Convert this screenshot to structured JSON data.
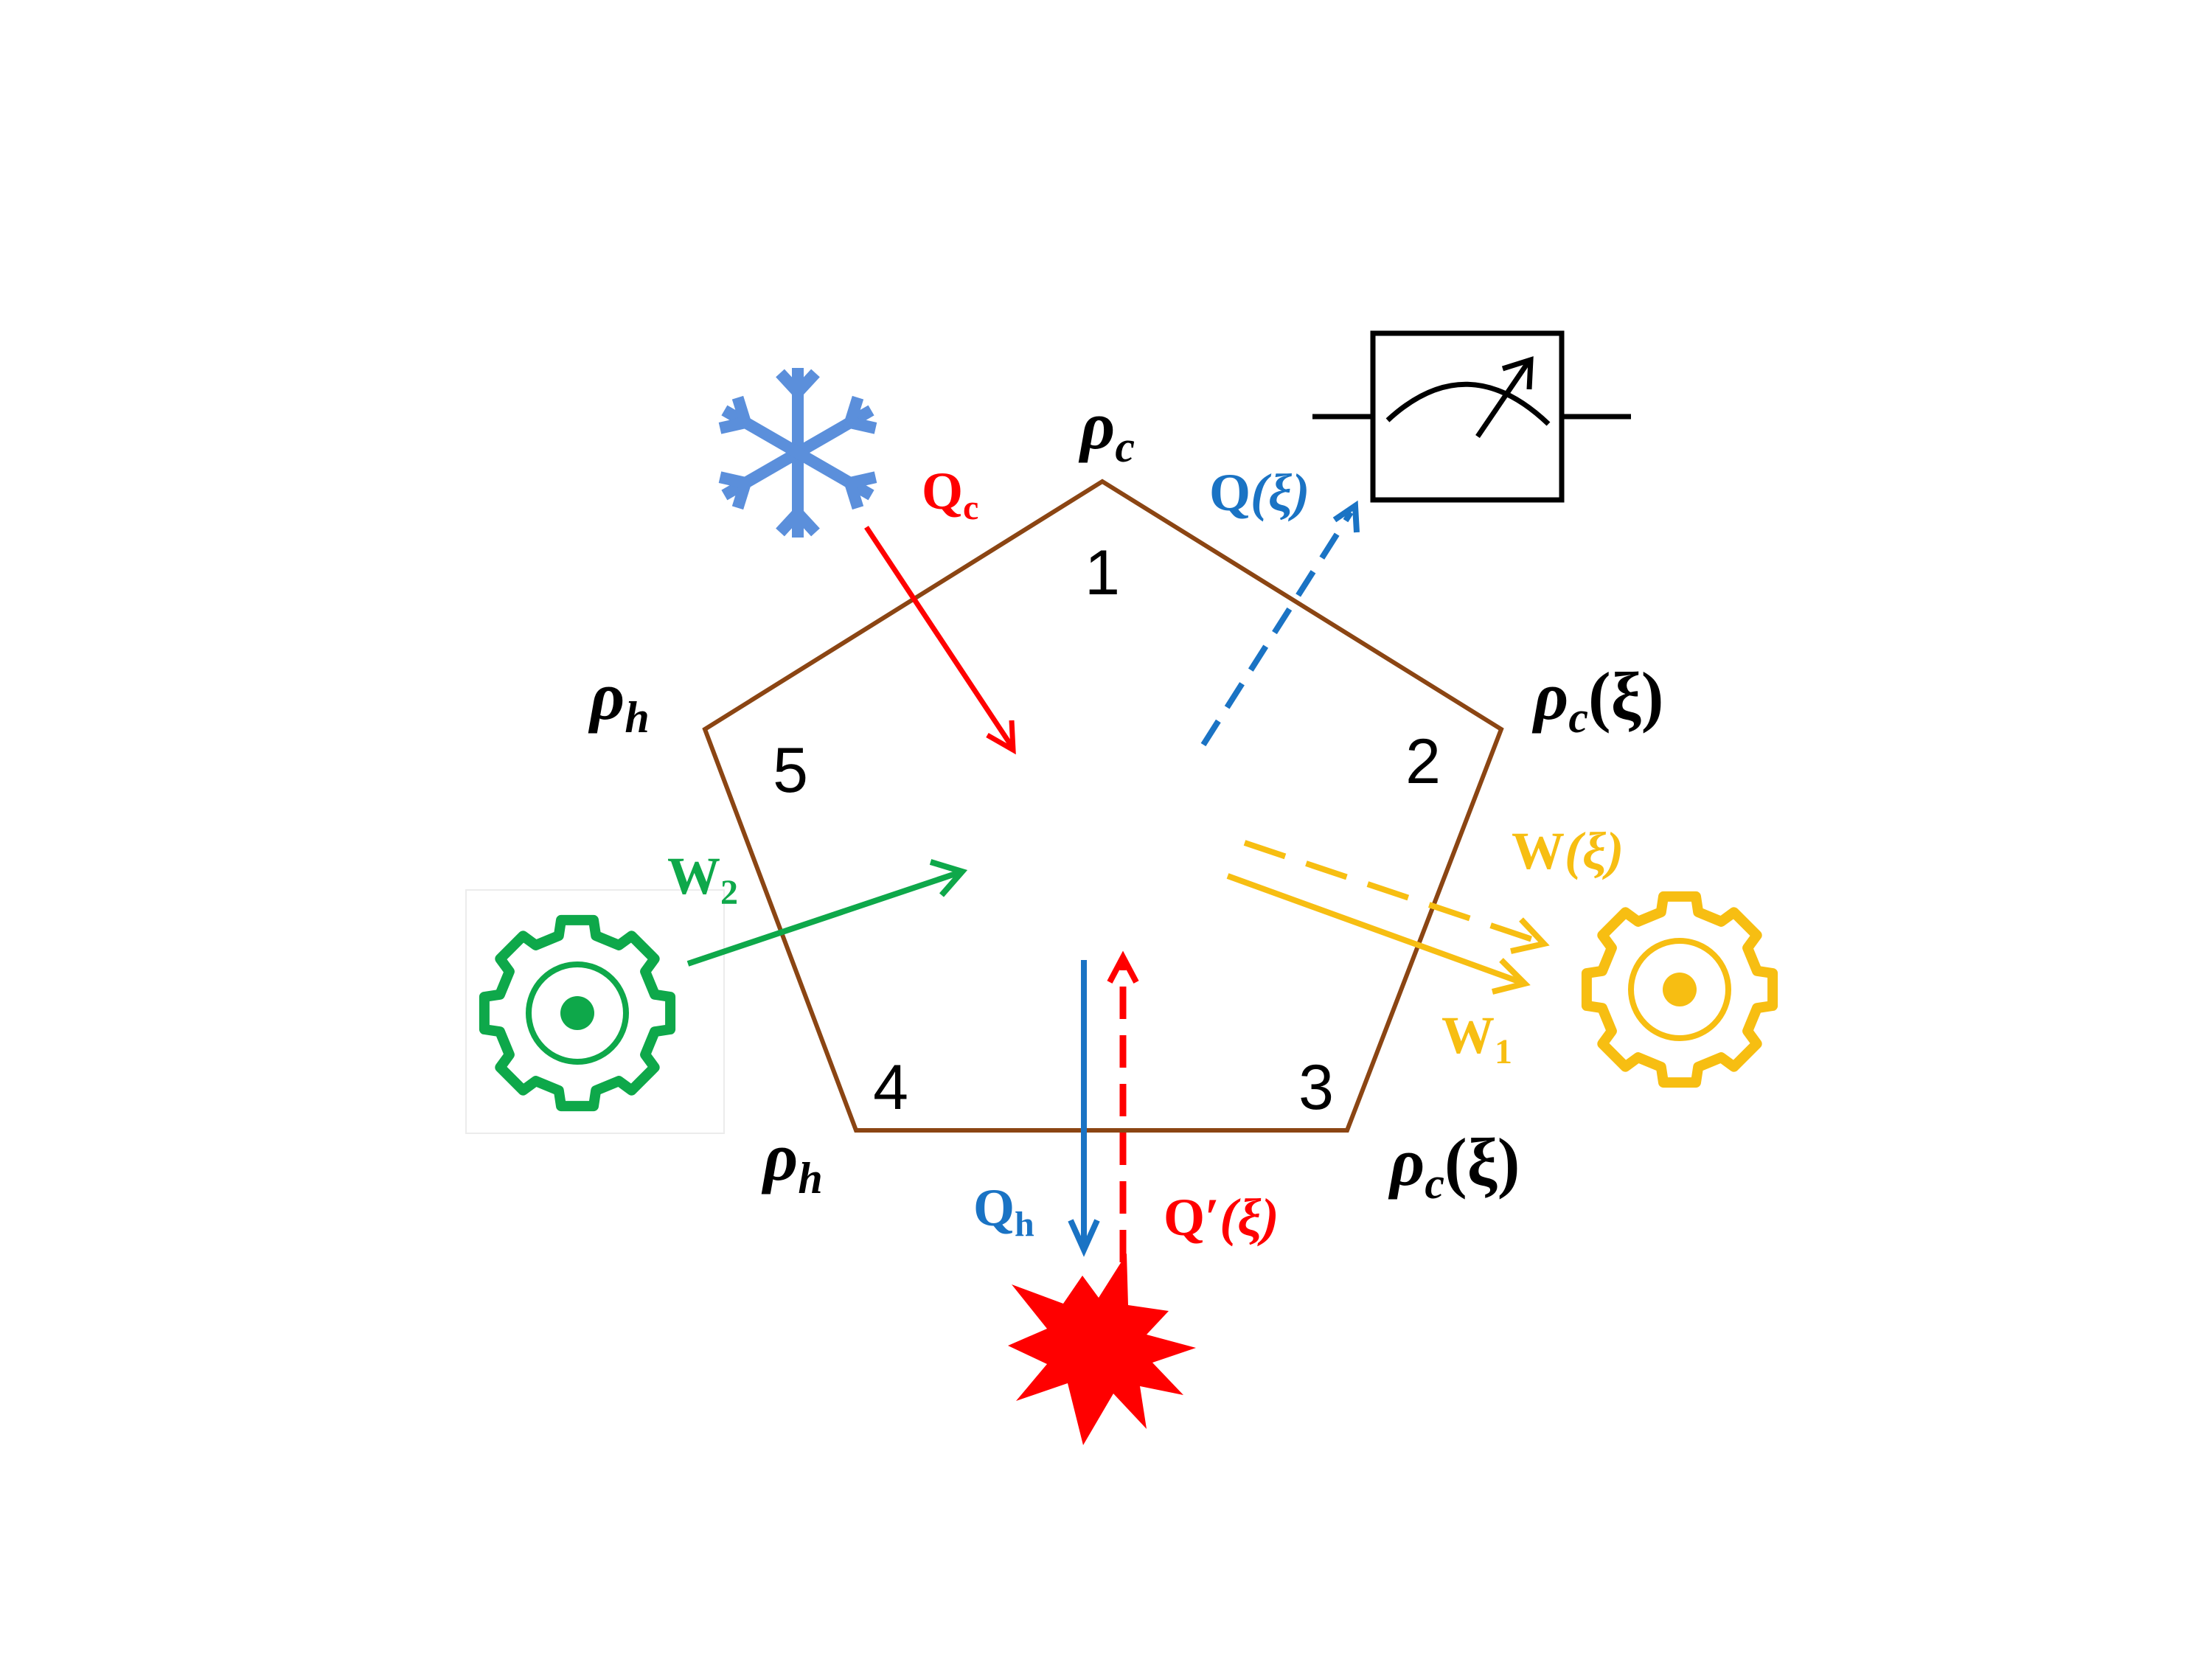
{
  "colors": {
    "cycle": "#8B4513",
    "cold": "#5B8FDB",
    "blue": "#1A73C4",
    "red": "#FF0000",
    "green": "#0EA84A",
    "yellow": "#F7BE12",
    "black": "#000000"
  },
  "states": {
    "s1": {
      "sym": "ρ",
      "sub": "c",
      "arg": ""
    },
    "s2": {
      "sym": "ρ",
      "sub": "c",
      "arg": "(ξ)"
    },
    "s3": {
      "sym": "ρ",
      "sub": "c",
      "arg": "(ξ)"
    },
    "s4": {
      "sym": "ρ",
      "sub": "h",
      "arg": ""
    },
    "s5": {
      "sym": "ρ",
      "sub": "h",
      "arg": ""
    }
  },
  "vertices": [
    "1",
    "2",
    "3",
    "4",
    "5"
  ],
  "flows": {
    "qc": {
      "base": "Q",
      "sub": "c"
    },
    "qxi": {
      "base": "Q",
      "arg": "(ξ)"
    },
    "wxi": {
      "base": "W",
      "arg": "(ξ)"
    },
    "w1": {
      "base": "W",
      "sub": "1"
    },
    "w2": {
      "base": "W",
      "sub": "2"
    },
    "qh": {
      "base": "Q",
      "sub": "h"
    },
    "qprime": {
      "base": "Q′",
      "arg": "(ξ)"
    }
  },
  "icons": {
    "cold_bath": "snowflake-icon",
    "hot_bath": "starburst-icon",
    "meter": "meter-icon",
    "engine_left": "gear-icon",
    "engine_right": "gear-icon"
  }
}
